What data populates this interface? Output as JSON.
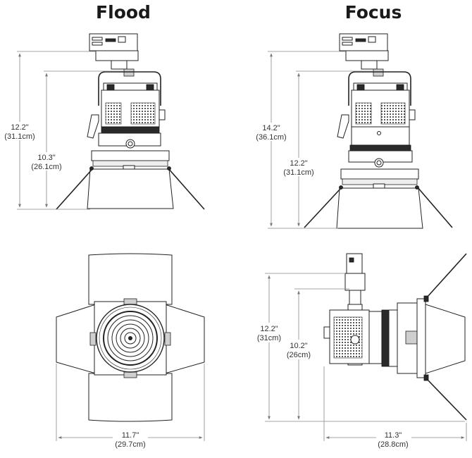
{
  "titles": {
    "flood": "Flood",
    "focus": "Focus"
  },
  "dimensions": {
    "flood_total_height": {
      "imperial": "12.2\"",
      "metric": "(31.1cm)"
    },
    "flood_body_height": {
      "imperial": "10.3\"",
      "metric": "(26.1cm)"
    },
    "focus_total_height": {
      "imperial": "14.2\"",
      "metric": "(36.1cm)"
    },
    "focus_body_height": {
      "imperial": "12.2\"",
      "metric": "(31.1cm)"
    },
    "front_width": {
      "imperial": "11.7\"",
      "metric": "(29.7cm)"
    },
    "side_total_height": {
      "imperial": "12.2\"",
      "metric": "(31cm)"
    },
    "side_body_height": {
      "imperial": "10.2\"",
      "metric": "(26cm)"
    },
    "side_depth": {
      "imperial": "11.3\"",
      "metric": "(28.8cm)"
    }
  }
}
